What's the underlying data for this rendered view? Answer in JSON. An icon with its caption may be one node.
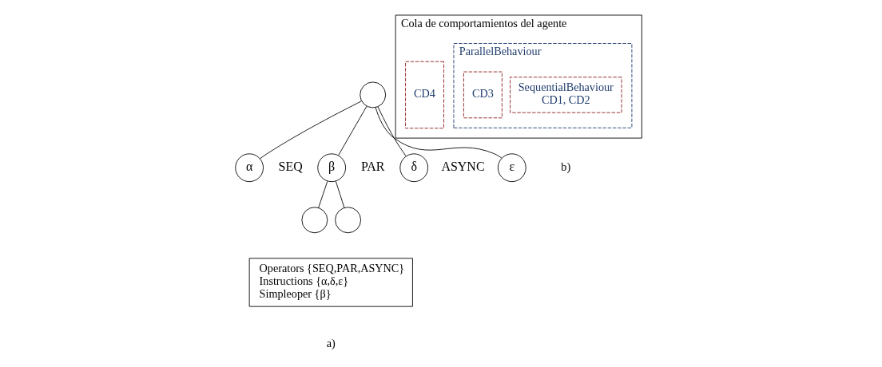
{
  "diagram": {
    "nodes": [
      {
        "text": [],
        "shape": "circle"
      },
      {
        "text": [
          "α"
        ]
      },
      {
        "text": [
          "β"
        ]
      },
      {
        "text": [
          "δ"
        ]
      },
      {
        "text": [
          "ε"
        ]
      },
      {
        "text": [],
        "shape": "circle"
      },
      {
        "text": [],
        "shape": "circle"
      },
      {
        "text": [
          "Operators {SEQ,PAR,ASYNC}",
          "Instructions {α,δ,ε}",
          "Simpleoper {β}"
        ]
      },
      {
        "text": [
          "Cola de comportamientos del agente"
        ]
      },
      {
        "text": [
          "ParallelBehaviour"
        ],
        "in": 8
      },
      {
        "text": [
          "SequentialBehaviour",
          "CD1, CD2"
        ],
        "in": 9
      },
      {
        "text": [
          "CD3"
        ],
        "in": 9
      },
      {
        "text": [
          "CD4"
        ],
        "in": 8
      }
    ],
    "edges": [
      {
        "from": 0,
        "to": 1,
        "arrow": "none"
      },
      {
        "from": 0,
        "to": 2,
        "arrow": "none"
      },
      {
        "from": 0,
        "to": 3,
        "arrow": "none"
      },
      {
        "from": 0,
        "to": 4,
        "arrow": "none"
      },
      {
        "from": 2,
        "to": 5,
        "arrow": "none"
      },
      {
        "from": 2,
        "to": 6,
        "arrow": "none"
      }
    ],
    "labels": [
      "SEQ",
      "PAR",
      "ASYNC",
      "a)",
      "b)"
    ]
  }
}
